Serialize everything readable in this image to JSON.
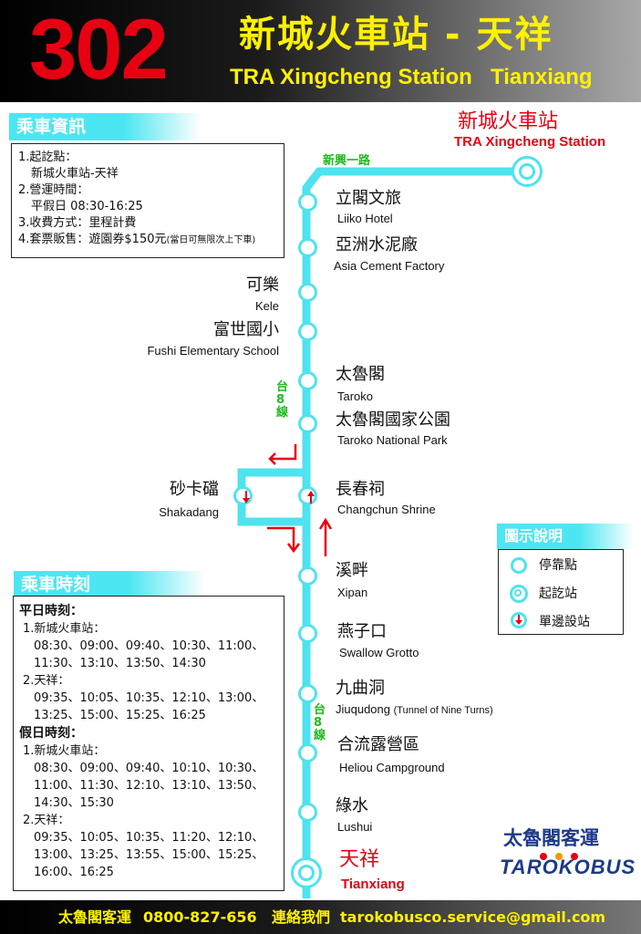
{
  "header": {
    "route_number": "302",
    "title_zh": "新城火車站 - 天祥",
    "title_en_start": "TRA Xingcheng Station",
    "title_en_end": "Tianxiang"
  },
  "info": {
    "heading": "乘車資訊",
    "lines": [
      "1.起訖點：",
      "新城火車站-天祥",
      "2.營運時間：",
      "平假日 08:30-16:25",
      "3.收費方式：里程計費",
      "4.套票販售：遊園券$150元"
    ],
    "note": "(當日可無限次上下車)"
  },
  "road_labels": {
    "xinxing": "新興一路",
    "tai8_upper": "台8線",
    "tai8_lower": "台8線"
  },
  "start_station": {
    "zh": "新城火車站",
    "en": "TRA Xingcheng Station"
  },
  "stops": [
    {
      "zh": "立閣文旅",
      "en": "Liiko Hotel"
    },
    {
      "zh": "亞洲水泥廠",
      "en": "Asia Cement Factory"
    },
    {
      "zh": "可樂",
      "en": "Kele"
    },
    {
      "zh": "富世國小",
      "en": "Fushi Elementary School"
    },
    {
      "zh": "太魯閣",
      "en": "Taroko"
    },
    {
      "zh": "太魯閣國家公園",
      "en": "Taroko National Park"
    },
    {
      "zh": "砂卡礑",
      "en": "Shakadang"
    },
    {
      "zh": "長春祠",
      "en": "Changchun Shrine"
    },
    {
      "zh": "溪畔",
      "en": "Xipan"
    },
    {
      "zh": "燕子口",
      "en": "Swallow Grotto"
    },
    {
      "zh": "九曲洞",
      "en": "Jiuqudong",
      "en_note": "(Tunnel of Nine Turns)"
    },
    {
      "zh": "合流露營區",
      "en": "Heliou Campground"
    },
    {
      "zh": "綠水",
      "en": "Lushui"
    }
  ],
  "end_station": {
    "zh": "天祥",
    "en": "Tianxiang"
  },
  "legend": {
    "heading": "圖示說明",
    "items": [
      "停靠點",
      "起訖站",
      "單邊設站"
    ]
  },
  "schedule": {
    "heading": "乘車時刻",
    "weekday_title": "平日時刻：",
    "weekday": [
      {
        "label": "1.新城火車站：",
        "lines": [
          "08:30、09:00、09:40、10:30、11:00、",
          "11:30、13:10、13:50、14:30"
        ]
      },
      {
        "label": "2.天祥：",
        "lines": [
          "09:35、10:05、10:35、12:10、13:00、",
          "13:25、15:00、15:25、16:25"
        ]
      }
    ],
    "holiday_title": "假日時刻：",
    "holiday": [
      {
        "label": "1.新城火車站：",
        "lines": [
          "08:30、09:00、09:40、10:10、10:30、",
          "11:00、11:30、12:10、13:10、13:50、",
          "14:30、15:30"
        ]
      },
      {
        "label": "2.天祥：",
        "lines": [
          "09:35、10:05、10:35、11:20、12:10、",
          "13:00、13:25、13:55、15:00、15:25、",
          "16:00、16:25"
        ]
      }
    ]
  },
  "brand": {
    "zh": "太魯閣客運",
    "logo_en": "TAROKOBUS"
  },
  "footer": {
    "company": "太魯閣客運",
    "phone": "0800-827-656",
    "contact_label": "連絡我們",
    "email": "tarokobusco.service@gmail.com"
  },
  "colors": {
    "route_line": "#4ee3ef",
    "accent_red": "#e60012",
    "title_yellow": "#fff100",
    "road_green": "#1dbb1d",
    "logo_blue": "#1d3a8a"
  }
}
